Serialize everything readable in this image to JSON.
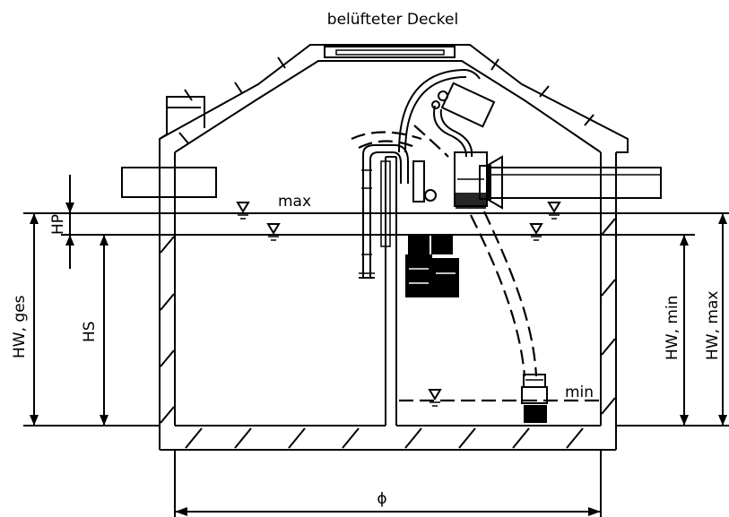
{
  "labels": {
    "cover": "belüfteter Deckel",
    "max": "max",
    "min": "min",
    "hp": "HP",
    "hs": "HS",
    "hw_ges": "HW, ges",
    "hw_min": "HW, min",
    "hw_max": "HW, max",
    "diameter": "ϕ"
  },
  "colors": {
    "line": "#000000",
    "background": "#ffffff"
  }
}
